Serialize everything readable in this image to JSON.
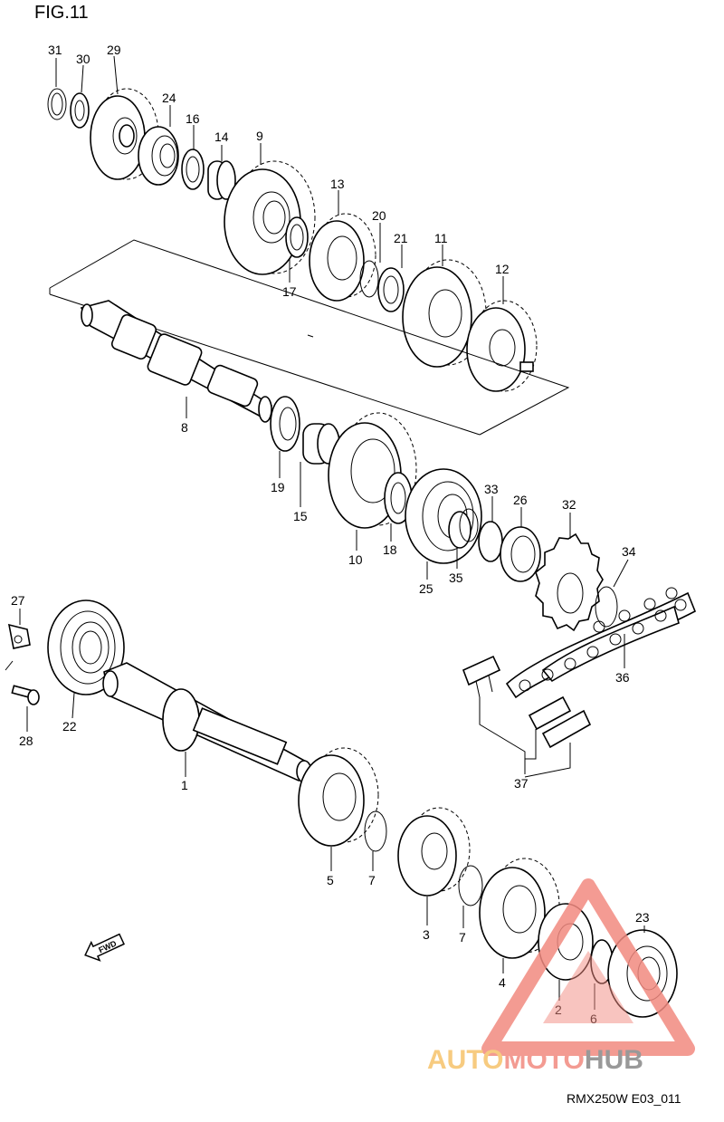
{
  "figure": {
    "title": "FIG.11"
  },
  "drawing_code": "RMX250W E03_011",
  "direction_indicator": "FWD",
  "watermark": {
    "brand_parts": [
      "AUTO",
      "MOTO",
      "HUB"
    ],
    "colors": [
      "#f6c36a",
      "#f28a80",
      "#888888"
    ]
  },
  "callouts": [
    "31",
    "30",
    "29",
    "24",
    "16",
    "14",
    "9",
    "13",
    "20",
    "21",
    "11",
    "12",
    "17",
    "8",
    "19",
    "15",
    "10",
    "18",
    "25",
    "33",
    "35",
    "26",
    "32",
    "34",
    "36",
    "37",
    "27",
    "22",
    "28",
    "1",
    "5",
    "7",
    "3",
    "7",
    "4",
    "2",
    "6",
    "23"
  ]
}
